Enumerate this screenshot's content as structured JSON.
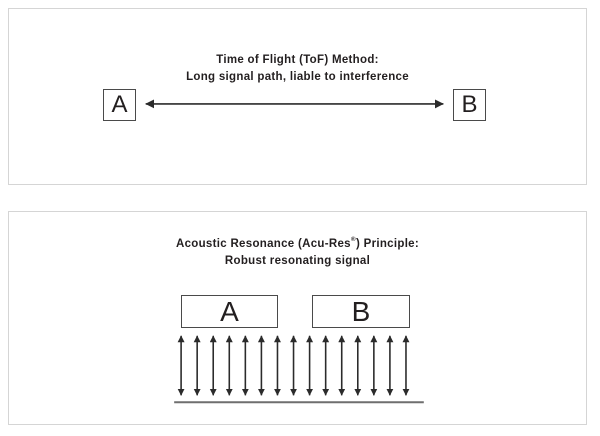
{
  "panels": {
    "tof": {
      "title_line1": "Time of Flight (ToF) Method:",
      "title_line2": "Long signal path, liable to interference",
      "box_a_label": "A",
      "box_b_label": "B"
    },
    "acures": {
      "title_line1_pre": "Acoustic Resonance (Acu-Res",
      "title_line1_sup": "®",
      "title_line1_post": ") Principle:",
      "title_line2": "Robust resonating signal",
      "box_a_label": "A",
      "box_b_label": "B",
      "resonance_arrow_count": 15
    }
  },
  "colors": {
    "panel_border": "#d5d5d5",
    "box_border": "#4a4a4a",
    "text": "#231f20",
    "arrow": "#2b2b2b",
    "ground_line": "#6f6f6f"
  }
}
